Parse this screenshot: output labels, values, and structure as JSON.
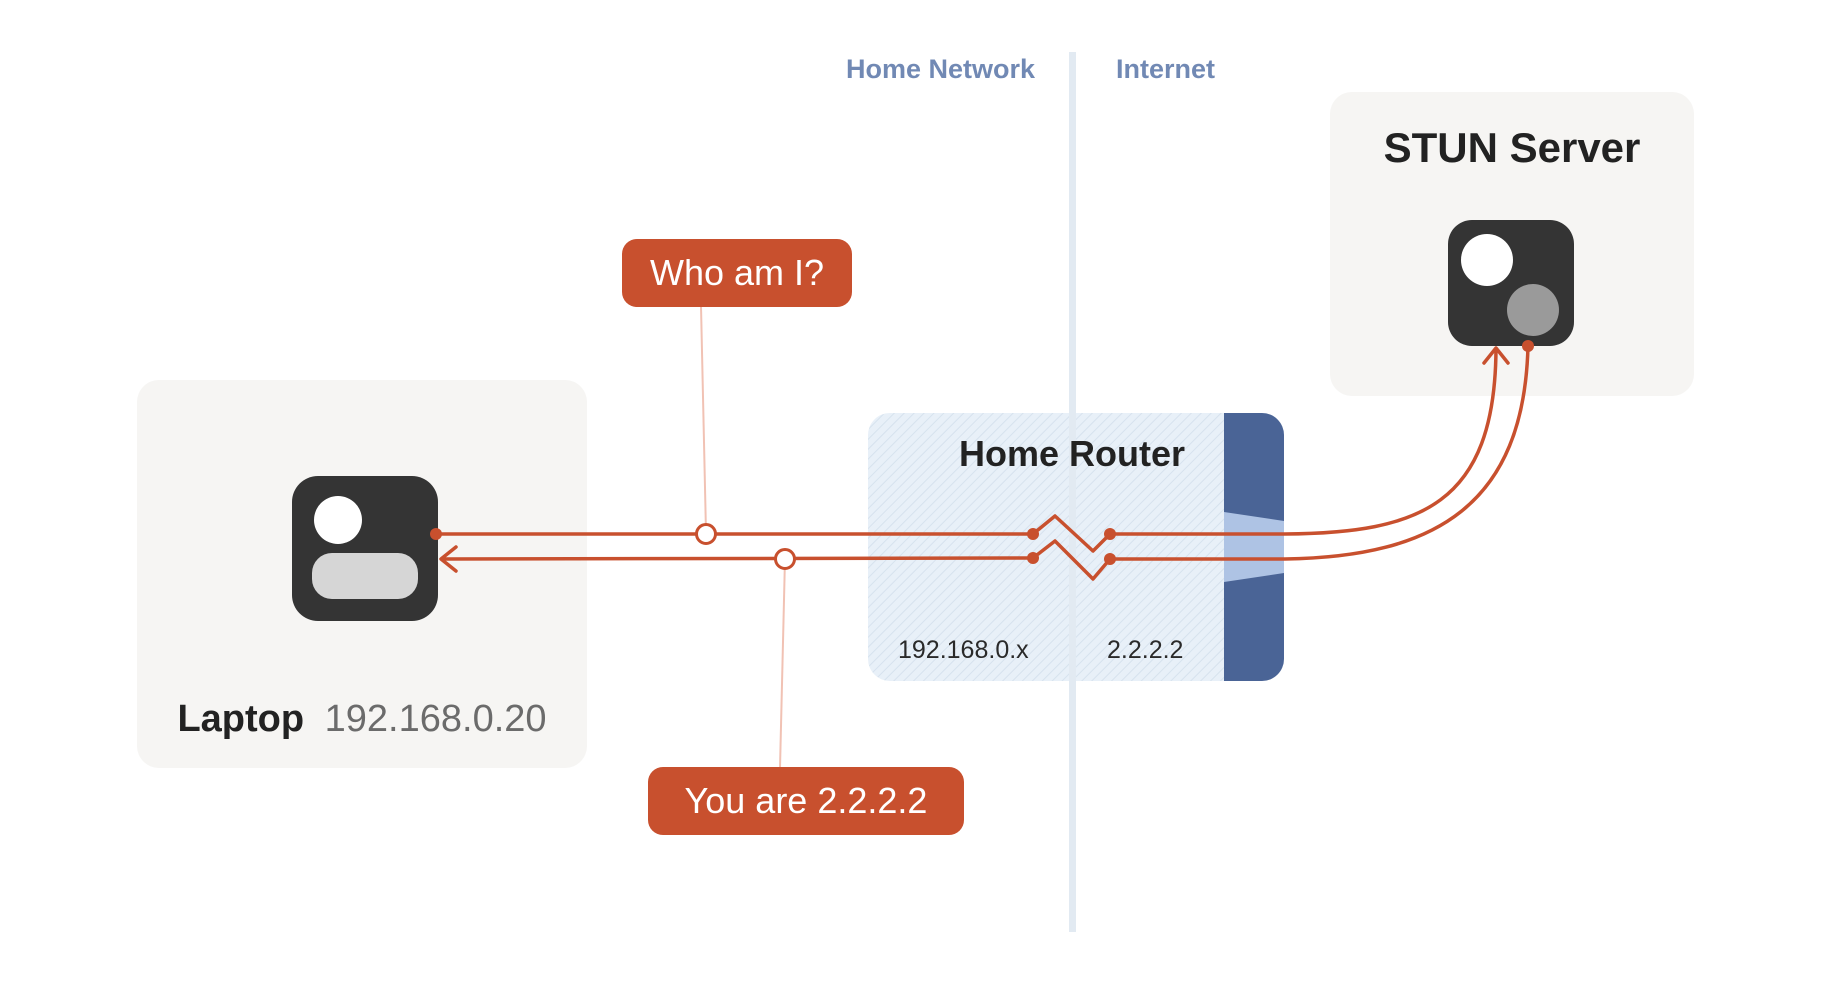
{
  "zones": {
    "left": "Home Network",
    "right": "Internet"
  },
  "laptop": {
    "name": "Laptop",
    "ip": "192.168.0.20"
  },
  "server": {
    "name": "STUN Server"
  },
  "router": {
    "name": "Home Router",
    "private_ip": "192.168.0.x",
    "public_ip": "2.2.2.2"
  },
  "messages": {
    "request": "Who am I?",
    "response": "You are 2.2.2.2"
  },
  "colors": {
    "accent": "#c8502e",
    "router_blue": "#4a6496",
    "zone_label": "#7189b4",
    "panel_bg": "#f6f5f3",
    "device": "#343434"
  }
}
